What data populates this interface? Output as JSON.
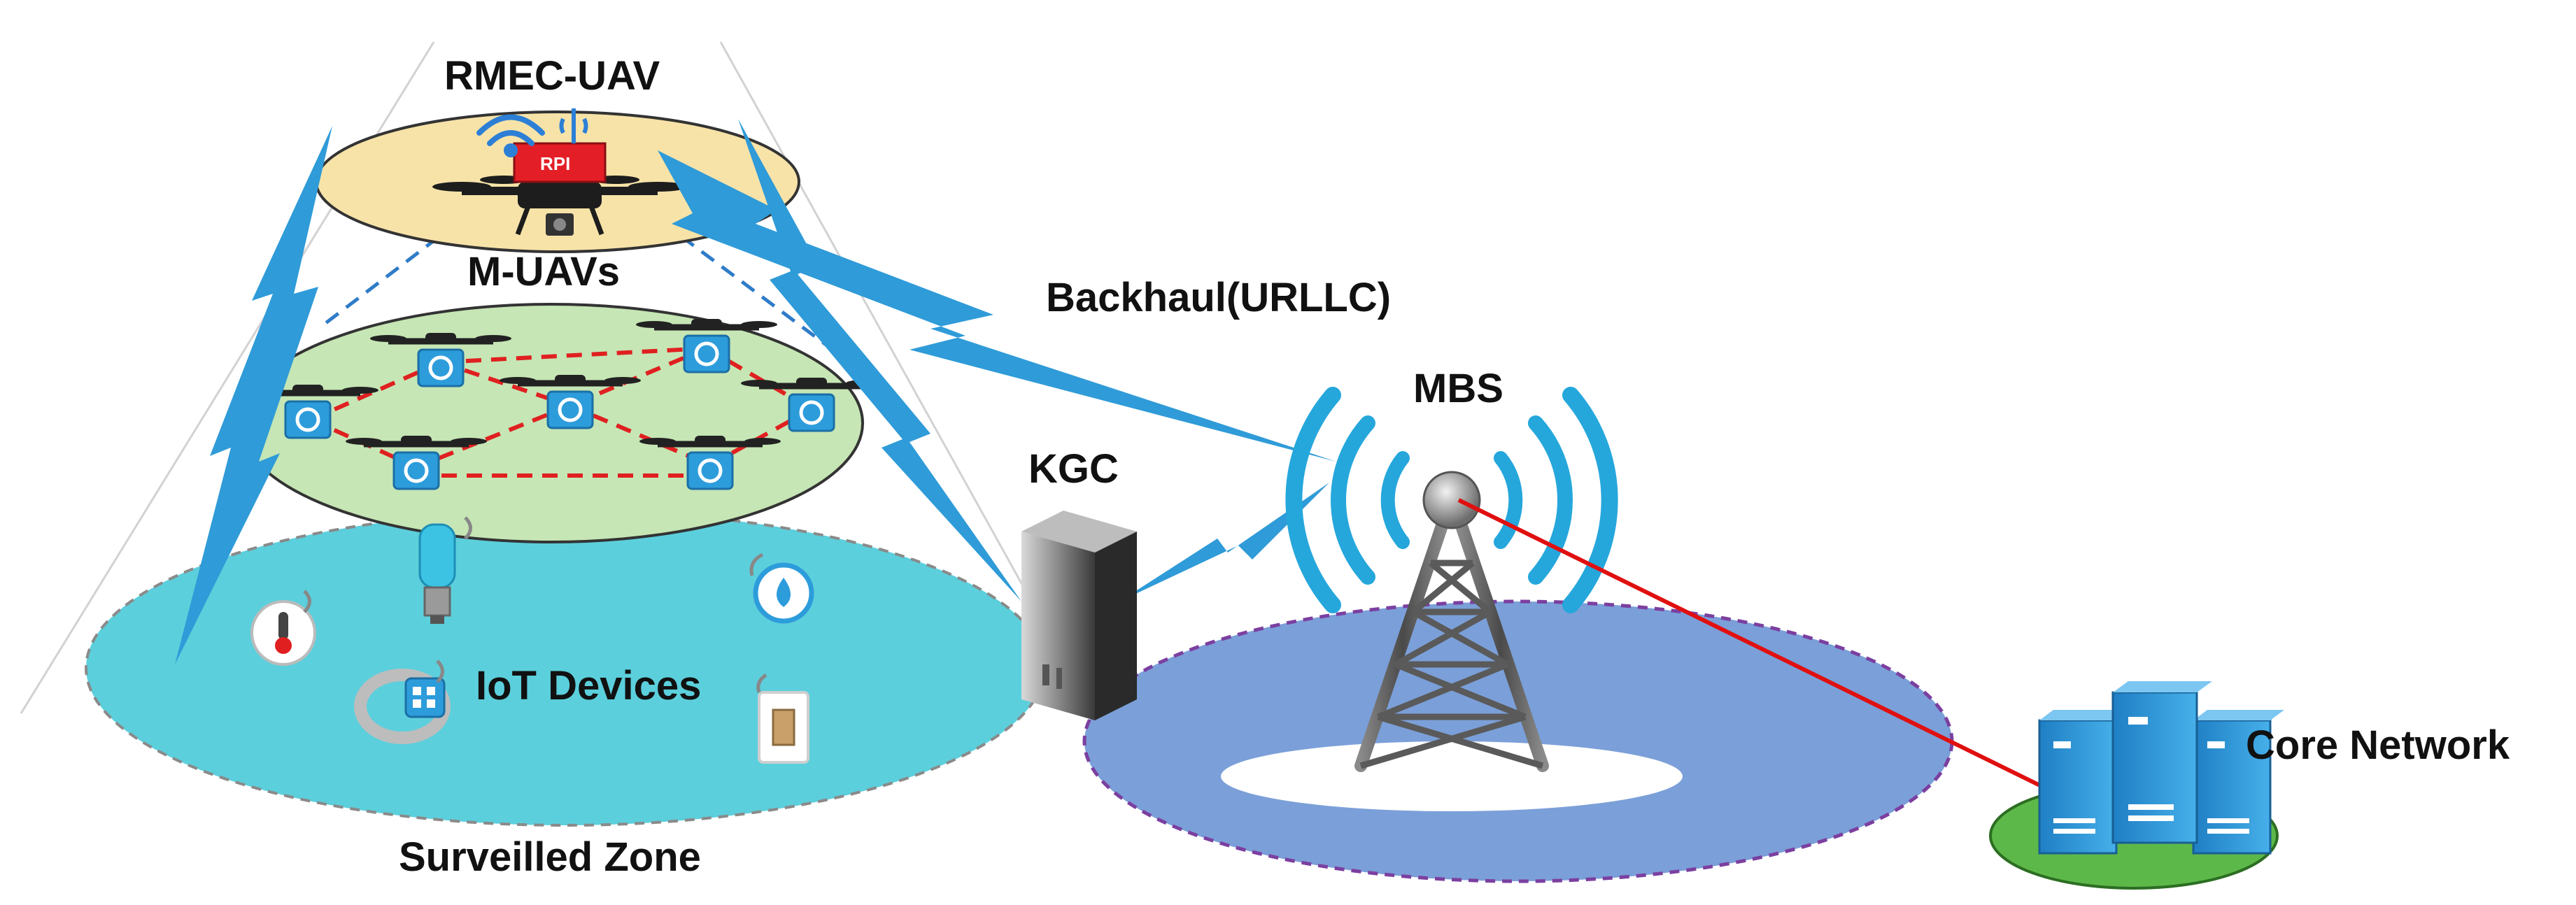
{
  "labels": {
    "rmec_uav": "RMEC-UAV",
    "m_uavs": "M-UAVs",
    "backhaul": "Backhaul(URLLC)",
    "mbs": "MBS",
    "kgc": "KGC",
    "iot_devices": "IoT Devices",
    "surveilled_zone": "Surveilled Zone",
    "core_network": "Core Network",
    "rpi_board": "RPI"
  },
  "colors": {
    "rmec_disc": "#F7E3A8",
    "muav_disc": "#C6E6B5",
    "iot_zone": "#5CCFDC",
    "mbs_zone": "#7B9FD8",
    "core_disc": "#5DB84A",
    "lightning": "#2F9BD8",
    "mesh_link": "#E02020",
    "fiber_link": "#E01010",
    "dashed_cone": "#2F7CC8",
    "camera_blue": "#2D9CDB",
    "signal_cyan": "#25A7DC"
  },
  "icons": {
    "rmec": "drone-with-rpi-board-icon",
    "muav": "camera-drone-icon",
    "mbs": "cell-tower-icon",
    "kgc": "server-tower-icon",
    "core": "server-cluster-icon",
    "iot": [
      "thermometer-icon",
      "smart-bulb-icon",
      "water-drop-sensor-icon",
      "smartwatch-icon",
      "light-switch-icon"
    ]
  }
}
